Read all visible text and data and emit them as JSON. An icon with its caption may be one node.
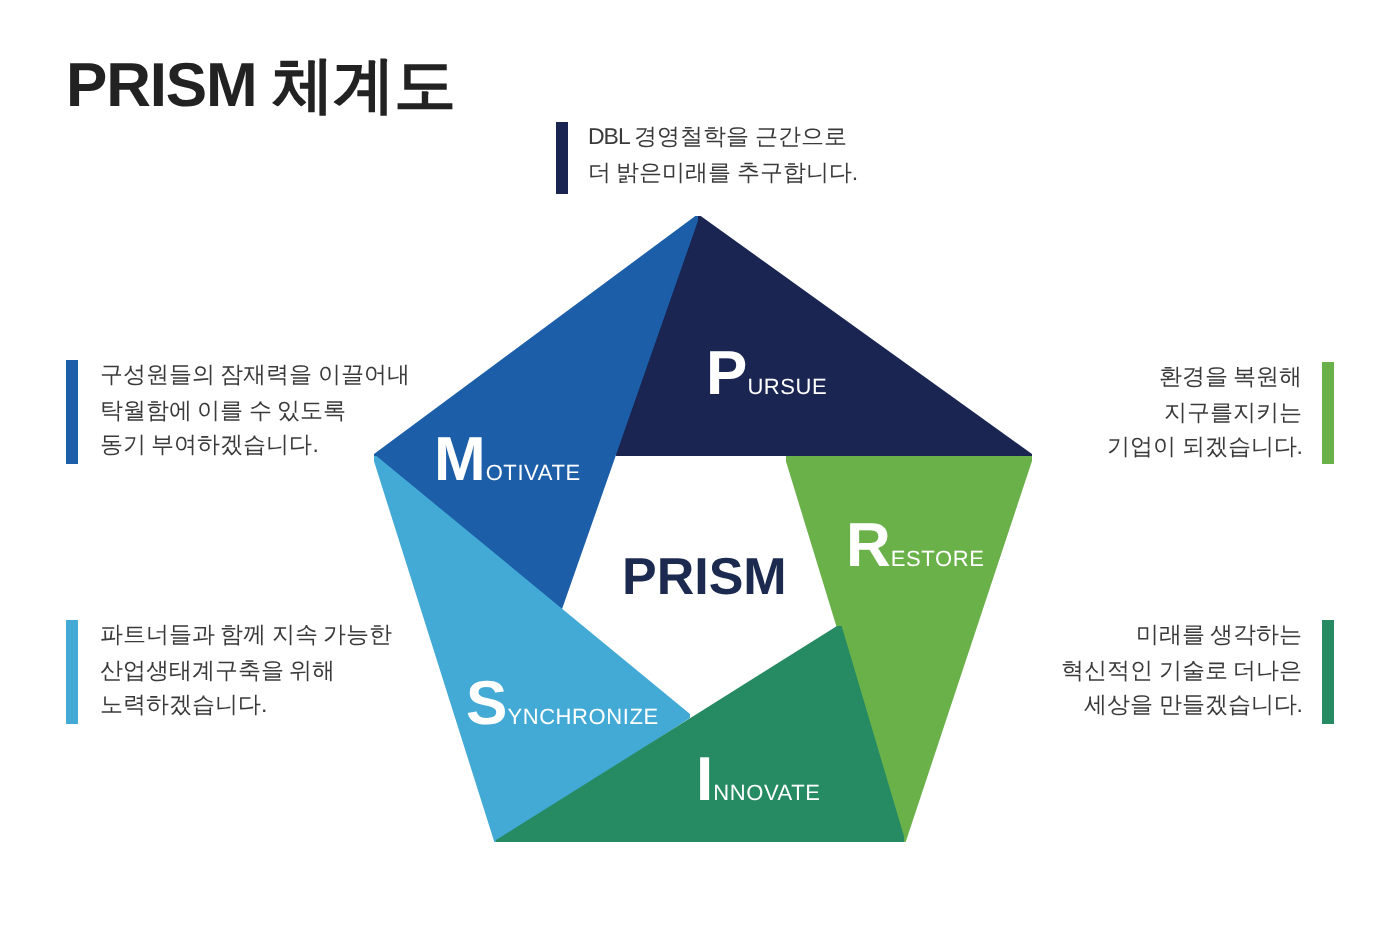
{
  "diagram": {
    "title": "PRISM 체계도",
    "nodes": [
      {
        "text": [
          "PURSUE"
        ]
      },
      {
        "text": [
          "MOTIVATE"
        ]
      },
      {
        "text": [
          "RESTORE"
        ]
      },
      {
        "text": [
          "SYNCHRONIZE"
        ]
      },
      {
        "text": [
          "INNOVATE"
        ]
      }
    ],
    "labels": [
      "DBL 경영철학을 근간으로 더 밝은미래를 추구합니다.",
      "구성원들의 잠재력을 이끌어내 탁월함에 이를 수 있도록 동기 부여하겠습니다.",
      "환경을 복원해 지구를지키는 기업이 되겠습니다.",
      "PRISM",
      "파트너들과 함께 지속 가능한 산업생태계구축을 위해 노력하겠습니다.",
      "미래를 생각하는 혁신적인 기술로 더나은 세상을 만들겠습니다."
    ]
  }
}
